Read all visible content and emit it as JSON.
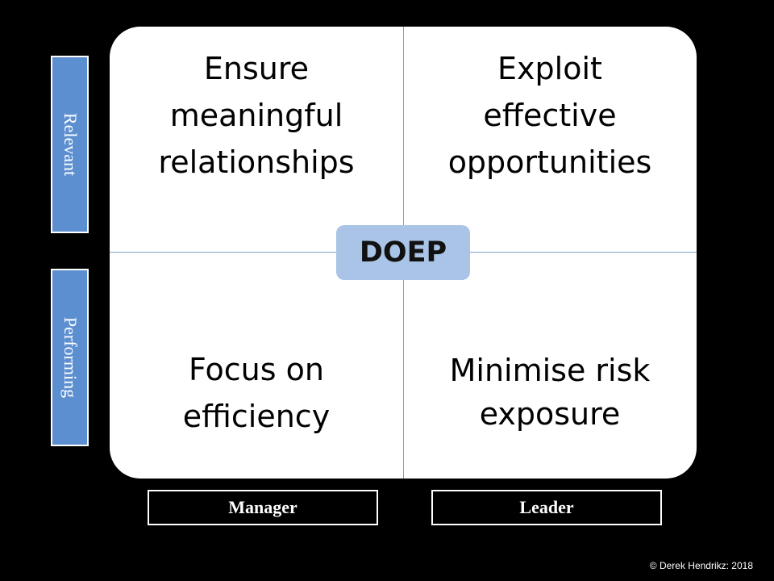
{
  "quadrants": {
    "top_left": "Ensure\nmeaningful\nrelationships",
    "top_right": "Exploit\neffective\nopportunities",
    "bottom_left": "Focus on\nefficiency",
    "bottom_right": "Minimise risk\nexposure"
  },
  "center_label": "DOEP",
  "side_labels": {
    "upper": "Relevant",
    "lower": "Performing"
  },
  "bottom_labels": {
    "left": "Manager",
    "right": "Leader"
  },
  "copyright": "© Derek  Hendrikz: 2018",
  "colors": {
    "background": "#000000",
    "panel": "#ffffff",
    "divider": "#7fa3c2",
    "center_badge": "#a9c4e6",
    "side_label": "#5b8fd0"
  }
}
